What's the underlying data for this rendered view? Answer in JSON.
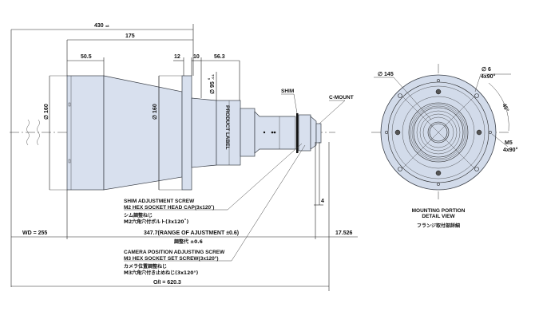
{
  "side_view": {
    "dimensions": {
      "overall_length": "430",
      "overall_length_tol": "±8",
      "rear_length": "175",
      "front_step": "50.5",
      "flange_12": "12",
      "flange_10": "10",
      "tail_56": "56.3",
      "dia_front": "∅ 160",
      "dia_mid": "∅ 160",
      "dia_95": "∅ 95",
      "dia_95_tol_upper": "0",
      "dia_95_tol_lower": "-0.1",
      "gap_4": "4",
      "backfocus": "17.526",
      "wd": "WD = 255",
      "range": "347.7(RANGE OF AJUSTMENT ±0.6)",
      "range_jp": "調整代 ±0.6",
      "overall": "O/I = 620.3"
    },
    "labels": {
      "product_label": "PRODUCT LABEL",
      "shim": "SHIM",
      "c_mount": "C-MOUNT"
    },
    "notes": {
      "shim_screw_title": "SHIM ADJUSTMENT SCREW",
      "shim_screw_spec": "M2 HEX SOCKET HEAD CAP(3x120˚)",
      "shim_screw_jp1": "シム調整ねじ",
      "shim_screw_jp2": "M2六角穴付ボルト(3x120˚)",
      "cam_screw_title": "CAMERA POSITION ADJUSTING SCREW",
      "cam_screw_spec": "M3 HEX SOCKET SET SCREW(3x120°)",
      "cam_screw_jp1": "カメラ位置調整ねじ",
      "cam_screw_jp2": "M3六角穴付き止めねじ(3x120°)"
    }
  },
  "detail_view": {
    "dia_145": "∅ 145",
    "hole_dia": "∅ 6",
    "hole_pattern": "4x90°",
    "angle": "45°",
    "thread": "M5",
    "thread_pattern": "4x90°",
    "title_line1": "MOUNTING PORTION",
    "title_line2": "DETAIL VIEW",
    "title_jp": "フランジ取付部詳細"
  }
}
